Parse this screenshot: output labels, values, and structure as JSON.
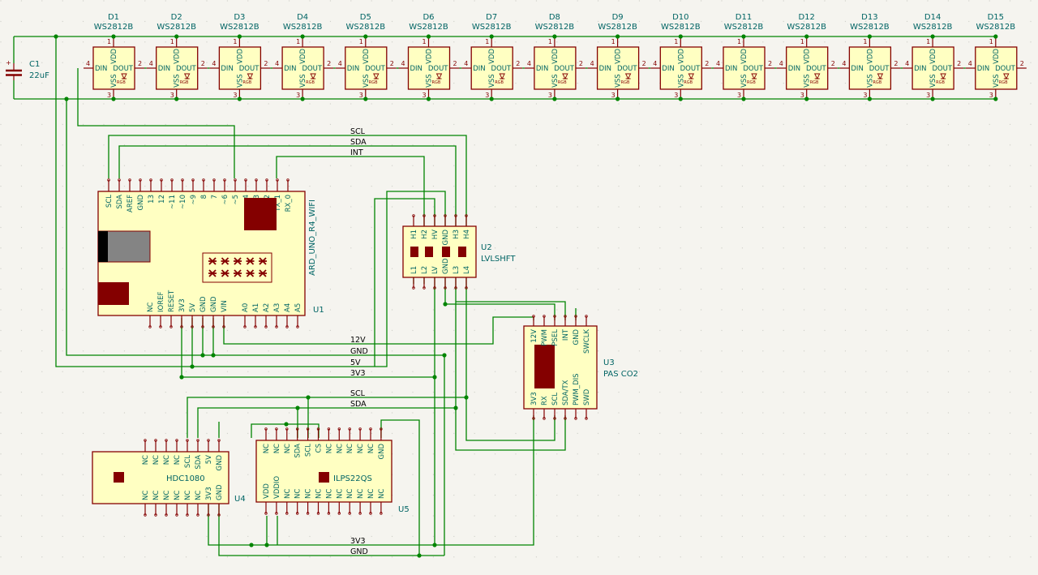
{
  "leds": [
    {
      "ref": "D1",
      "value": "WS2812B",
      "din_pin": "4",
      "dout_pin": "2"
    },
    {
      "ref": "D2",
      "value": "WS2812B",
      "din_pin": "4",
      "dout_pin": "2"
    },
    {
      "ref": "D3",
      "value": "WS2812B",
      "din_pin": "4",
      "dout_pin": "2"
    },
    {
      "ref": "D4",
      "value": "WS2812B",
      "din_pin": "4",
      "dout_pin": "2"
    },
    {
      "ref": "D5",
      "value": "WS2812B",
      "din_pin": "4",
      "dout_pin": "2"
    },
    {
      "ref": "D6",
      "value": "WS2812B",
      "din_pin": "4",
      "dout_pin": "2"
    },
    {
      "ref": "D7",
      "value": "WS2812B",
      "din_pin": "4",
      "dout_pin": "2"
    },
    {
      "ref": "D8",
      "value": "WS2812B",
      "din_pin": "4",
      "dout_pin": "2"
    },
    {
      "ref": "D9",
      "value": "WS2812B",
      "din_pin": "4",
      "dout_pin": "2"
    },
    {
      "ref": "D10",
      "value": "WS2812B",
      "din_pin": "4",
      "dout_pin": "2"
    },
    {
      "ref": "D11",
      "value": "WS2812B",
      "din_pin": "4",
      "dout_pin": "2"
    },
    {
      "ref": "D12",
      "value": "WS2812B",
      "din_pin": "4",
      "dout_pin": "2"
    },
    {
      "ref": "D13",
      "value": "WS2812B",
      "din_pin": "4",
      "dout_pin": "2"
    },
    {
      "ref": "D14",
      "value": "WS2812B",
      "din_pin": "4",
      "dout_pin": "2"
    },
    {
      "ref": "D15",
      "value": "WS2812B",
      "din_pin": "4",
      "dout_pin": "2"
    }
  ],
  "led_pin_labels": {
    "vdd": "VDD",
    "vss": "VSS",
    "din": "DIN",
    "dout": "DOUT",
    "rgb": "RGB",
    "vdd_num": "1",
    "vss_num": "3"
  },
  "capacitor": {
    "ref": "C1",
    "value": "22uF",
    "plus": "+"
  },
  "u1": {
    "ref": "U1",
    "value": "ARD_UNO_R4_WIFI",
    "top_pins": [
      "SCL",
      "SDA",
      "AREF",
      "GND",
      "13",
      "12",
      "~11",
      "~10",
      "~9",
      "8",
      "7",
      "~6",
      "~5",
      "4",
      "~3",
      "2",
      "TX_1",
      "RX_0"
    ],
    "bottom_pins": [
      "NC",
      "IOREF",
      "RESET",
      "3V3",
      "5V",
      "GND",
      "GND",
      "VIN",
      "A0",
      "A1",
      "A2",
      "A3",
      "A4",
      "A5"
    ]
  },
  "u2": {
    "ref": "U2",
    "value": "LVLSHFT",
    "top_pins": [
      "H1",
      "H2",
      "HV",
      "GND",
      "H3",
      "H4"
    ],
    "bottom_pins": [
      "L1",
      "L2",
      "LV",
      "GND",
      "L3",
      "L4"
    ]
  },
  "u3": {
    "ref": "U3",
    "value": "PAS CO2",
    "top_pins": [
      "12V",
      "PWM",
      "PSEL",
      "INT",
      "GND",
      "SWCLK"
    ],
    "bottom_pins": [
      "3V3",
      "RX",
      "SCL",
      "SDA/TX",
      "PWM_DIS",
      "SWD"
    ]
  },
  "u4": {
    "ref": "U4",
    "value": "HDC1080",
    "top_pins": [
      "NC",
      "NC",
      "NC",
      "NC",
      "SCL",
      "SDA",
      "5V",
      "GND"
    ],
    "bottom_pins": [
      "NC",
      "NC",
      "NC",
      "NC",
      "NC",
      "NC",
      "3V3",
      "GND"
    ]
  },
  "u5": {
    "ref": "U5",
    "value": "ILPS22QS",
    "top_pins": [
      "NC",
      "NC",
      "NC",
      "SDA",
      "SCL",
      "CS",
      "NC",
      "NC",
      "NC",
      "NC",
      "NC",
      "GND"
    ],
    "bottom_pins": [
      "VDD",
      "VDDIO",
      "NC",
      "NC",
      "NC",
      "NC",
      "NC",
      "NC",
      "NC",
      "NC",
      "NC",
      "NC"
    ]
  },
  "nets": {
    "scl": "SCL",
    "sda": "SDA",
    "int": "INT",
    "v12": "12V",
    "gnd": "GND",
    "v5": "5V",
    "v3v3": "3V3",
    "scl2": "SCL",
    "sda2": "SDA",
    "v3v3_b": "3V3",
    "gnd_b": "GND"
  }
}
